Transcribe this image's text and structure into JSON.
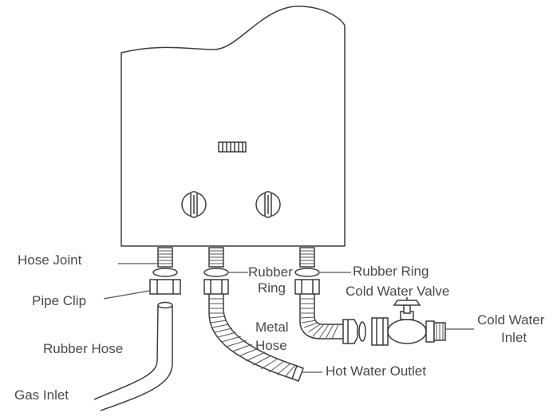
{
  "labels": {
    "hose_joint": "Hose Joint",
    "pipe_clip": "Pipe Clip",
    "rubber_hose": "Rubber Hose",
    "gas_inlet": "Gas Inlet",
    "rubber_ring_mid_line1": "Rubber",
    "rubber_ring_mid_line2": "Ring",
    "metal_hose_line1": "Metal",
    "metal_hose_line2": "Hose",
    "hot_water_outlet": "Hot Water Outlet",
    "rubber_ring_right": "Rubber Ring",
    "cold_water_valve": "Cold Water Valve",
    "cold_water_inlet_line1": "Cold Water",
    "cold_water_inlet_line2": "Inlet"
  },
  "heater": {
    "indicator_icon": "display-window-icon",
    "knob_icons": [
      "rotary-knob-icon",
      "rotary-knob-icon"
    ]
  }
}
